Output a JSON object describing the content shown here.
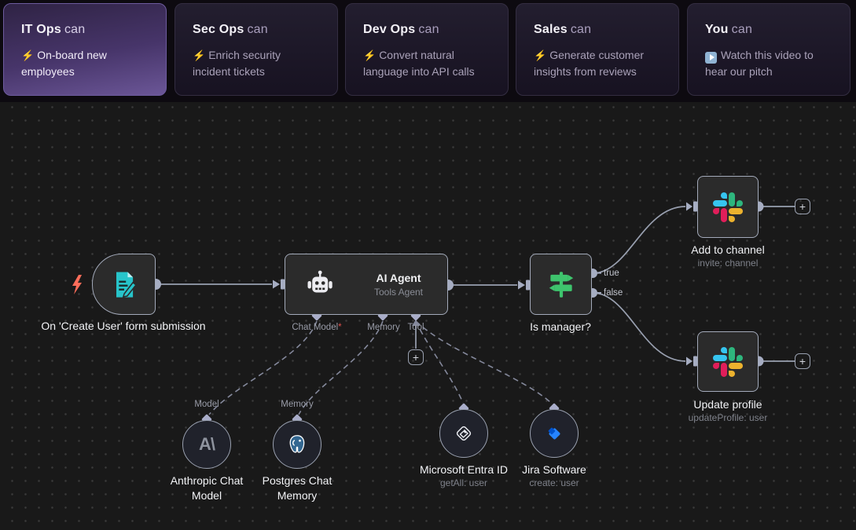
{
  "icons": {
    "zap": "⚡",
    "plus": "+"
  },
  "colors": {
    "accent_purple": "#6b5697",
    "canvas_bg": "#191919",
    "node_border": "#a3aaba",
    "trigger_teal": "#27c4ca",
    "switch_green": "#3ec46d",
    "bolt_orange": "#ff6d5a",
    "required_red": "#e0504c",
    "slack_blue": "#36C5F0",
    "slack_green": "#2EB67D",
    "slack_yellow": "#ECB22E",
    "slack_red": "#E01E5A",
    "jira_blue": "#2684FF",
    "postgres_blue": "#336791"
  },
  "header": {
    "cards": [
      {
        "audience": "IT Ops",
        "suffix": "can",
        "description": "On-board new employees",
        "selected": true
      },
      {
        "audience": "Sec Ops",
        "suffix": "can",
        "description": "Enrich security incident tickets",
        "selected": false
      },
      {
        "audience": "Dev Ops",
        "suffix": "can",
        "description": "Convert natural language into API calls",
        "selected": false
      },
      {
        "audience": "Sales",
        "suffix": "can",
        "description": "Generate customer insights from reviews",
        "selected": false
      },
      {
        "audience": "You",
        "suffix": "can",
        "description": "Watch this video to hear our pitch",
        "selected": false
      }
    ]
  },
  "workflow": {
    "trigger": {
      "label": "On 'Create User' form submission"
    },
    "agent": {
      "title": "AI Agent",
      "subtitle": "Tools Agent",
      "ports": {
        "chat_model": "Chat Model",
        "required_mark": "*",
        "memory": "Memory",
        "tool": "Tool"
      }
    },
    "switch": {
      "label": "Is manager?",
      "output_true": "true",
      "output_false": "false"
    },
    "slack_add": {
      "label": "Add to channel",
      "subtitle": "invite: channel"
    },
    "slack_update": {
      "label": "Update profile",
      "subtitle": "updateProfile: user"
    },
    "anthropic": {
      "label": "Anthropic Chat Model",
      "port_label": "Model",
      "logo_text": "A\\"
    },
    "postgres": {
      "label": "Postgres Chat Memory",
      "port_label": "Memory"
    },
    "entra": {
      "label": "Microsoft Entra ID",
      "subtitle": "getAll: user"
    },
    "jira": {
      "label": "Jira Software",
      "subtitle": "create: user"
    }
  }
}
